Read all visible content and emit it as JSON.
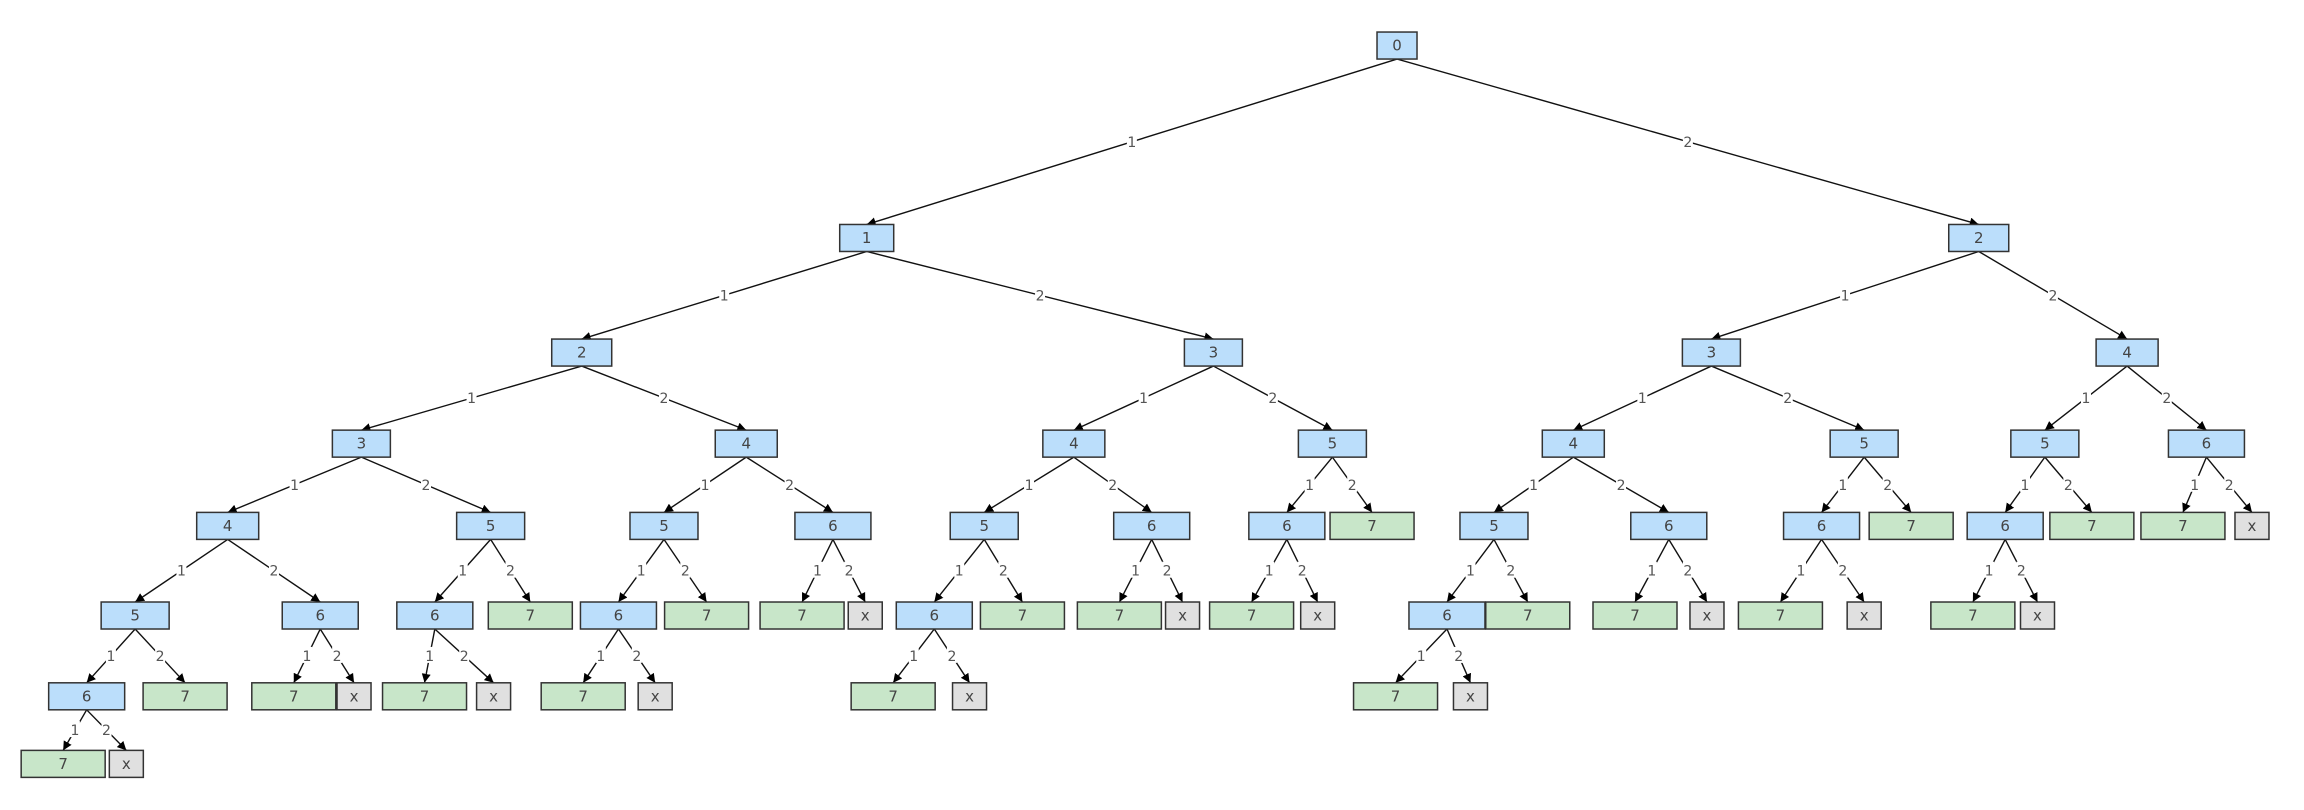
{
  "diagram": {
    "colors": {
      "step": "#bbdefb",
      "goal": "#c8e6c9",
      "overshoot": "#e0e0e0",
      "border": "#333333",
      "overshoot_text": "#ff0000",
      "text": "#444444"
    },
    "tree": {
      "label": "0",
      "kind": "step",
      "children": [
        {
          "edge": "1",
          "label": "1",
          "kind": "step",
          "children": [
            {
              "edge": "1",
              "label": "2",
              "kind": "step",
              "children": [
                {
                  "edge": "1",
                  "label": "3",
                  "kind": "step",
                  "children": [
                    {
                      "edge": "1",
                      "label": "4",
                      "kind": "step",
                      "children": [
                        {
                          "edge": "1",
                          "label": "5",
                          "kind": "step",
                          "children": [
                            {
                              "edge": "1",
                              "label": "6",
                              "kind": "step",
                              "children": [
                                {
                                  "edge": "1",
                                  "label": "7",
                                  "kind": "goal"
                                },
                                {
                                  "edge": "2",
                                  "label": "x",
                                  "kind": "overshoot"
                                }
                              ]
                            },
                            {
                              "edge": "2",
                              "label": "7",
                              "kind": "goal"
                            }
                          ]
                        },
                        {
                          "edge": "2",
                          "label": "6",
                          "kind": "step",
                          "children": [
                            {
                              "edge": "1",
                              "label": "7",
                              "kind": "goal"
                            },
                            {
                              "edge": "2",
                              "label": "x",
                              "kind": "overshoot"
                            }
                          ]
                        }
                      ]
                    },
                    {
                      "edge": "2",
                      "label": "5",
                      "kind": "step",
                      "children": [
                        {
                          "edge": "1",
                          "label": "6",
                          "kind": "step",
                          "children": [
                            {
                              "edge": "1",
                              "label": "7",
                              "kind": "goal"
                            },
                            {
                              "edge": "2",
                              "label": "x",
                              "kind": "overshoot"
                            }
                          ]
                        },
                        {
                          "edge": "2",
                          "label": "7",
                          "kind": "goal"
                        }
                      ]
                    }
                  ]
                },
                {
                  "edge": "2",
                  "label": "4",
                  "kind": "step",
                  "children": [
                    {
                      "edge": "1",
                      "label": "5",
                      "kind": "step",
                      "children": [
                        {
                          "edge": "1",
                          "label": "6",
                          "kind": "step",
                          "children": [
                            {
                              "edge": "1",
                              "label": "7",
                              "kind": "goal"
                            },
                            {
                              "edge": "2",
                              "label": "x",
                              "kind": "overshoot"
                            }
                          ]
                        },
                        {
                          "edge": "2",
                          "label": "7",
                          "kind": "goal"
                        }
                      ]
                    },
                    {
                      "edge": "2",
                      "label": "6",
                      "kind": "step",
                      "children": [
                        {
                          "edge": "1",
                          "label": "7",
                          "kind": "goal"
                        },
                        {
                          "edge": "2",
                          "label": "x",
                          "kind": "overshoot"
                        }
                      ]
                    }
                  ]
                }
              ]
            },
            {
              "edge": "2",
              "label": "3",
              "kind": "step",
              "children": [
                {
                  "edge": "1",
                  "label": "4",
                  "kind": "step",
                  "children": [
                    {
                      "edge": "1",
                      "label": "5",
                      "kind": "step",
                      "children": [
                        {
                          "edge": "1",
                          "label": "6",
                          "kind": "step",
                          "children": [
                            {
                              "edge": "1",
                              "label": "7",
                              "kind": "goal"
                            },
                            {
                              "edge": "2",
                              "label": "x",
                              "kind": "overshoot"
                            }
                          ]
                        },
                        {
                          "edge": "2",
                          "label": "7",
                          "kind": "goal"
                        }
                      ]
                    },
                    {
                      "edge": "2",
                      "label": "6",
                      "kind": "step",
                      "children": [
                        {
                          "edge": "1",
                          "label": "7",
                          "kind": "goal"
                        },
                        {
                          "edge": "2",
                          "label": "x",
                          "kind": "overshoot"
                        }
                      ]
                    }
                  ]
                },
                {
                  "edge": "2",
                  "label": "5",
                  "kind": "step",
                  "children": [
                    {
                      "edge": "1",
                      "label": "6",
                      "kind": "step",
                      "children": [
                        {
                          "edge": "1",
                          "label": "7",
                          "kind": "goal"
                        },
                        {
                          "edge": "2",
                          "label": "x",
                          "kind": "overshoot"
                        }
                      ]
                    },
                    {
                      "edge": "2",
                      "label": "7",
                      "kind": "goal"
                    }
                  ]
                }
              ]
            }
          ]
        },
        {
          "edge": "2",
          "label": "2",
          "kind": "step",
          "children": [
            {
              "edge": "1",
              "label": "3",
              "kind": "step",
              "children": [
                {
                  "edge": "1",
                  "label": "4",
                  "kind": "step",
                  "children": [
                    {
                      "edge": "1",
                      "label": "5",
                      "kind": "step",
                      "children": [
                        {
                          "edge": "1",
                          "label": "6",
                          "kind": "step",
                          "children": [
                            {
                              "edge": "1",
                              "label": "7",
                              "kind": "goal"
                            },
                            {
                              "edge": "2",
                              "label": "x",
                              "kind": "overshoot"
                            }
                          ]
                        },
                        {
                          "edge": "2",
                          "label": "7",
                          "kind": "goal"
                        }
                      ]
                    },
                    {
                      "edge": "2",
                      "label": "6",
                      "kind": "step",
                      "children": [
                        {
                          "edge": "1",
                          "label": "7",
                          "kind": "goal"
                        },
                        {
                          "edge": "2",
                          "label": "x",
                          "kind": "overshoot"
                        }
                      ]
                    }
                  ]
                },
                {
                  "edge": "2",
                  "label": "5",
                  "kind": "step",
                  "children": [
                    {
                      "edge": "1",
                      "label": "6",
                      "kind": "step",
                      "children": [
                        {
                          "edge": "1",
                          "label": "7",
                          "kind": "goal"
                        },
                        {
                          "edge": "2",
                          "label": "x",
                          "kind": "overshoot"
                        }
                      ]
                    },
                    {
                      "edge": "2",
                      "label": "7",
                      "kind": "goal"
                    }
                  ]
                }
              ]
            },
            {
              "edge": "2",
              "label": "4",
              "kind": "step",
              "children": [
                {
                  "edge": "1",
                  "label": "5",
                  "kind": "step",
                  "children": [
                    {
                      "edge": "1",
                      "label": "6",
                      "kind": "step",
                      "children": [
                        {
                          "edge": "1",
                          "label": "7",
                          "kind": "goal"
                        },
                        {
                          "edge": "2",
                          "label": "x",
                          "kind": "overshoot"
                        }
                      ]
                    },
                    {
                      "edge": "2",
                      "label": "7",
                      "kind": "goal"
                    }
                  ]
                },
                {
                  "edge": "2",
                  "label": "6",
                  "kind": "step",
                  "children": [
                    {
                      "edge": "1",
                      "label": "7",
                      "kind": "goal"
                    },
                    {
                      "edge": "2",
                      "label": "x",
                      "kind": "overshoot"
                    }
                  ]
                }
              ]
            }
          ]
        }
      ]
    }
  }
}
